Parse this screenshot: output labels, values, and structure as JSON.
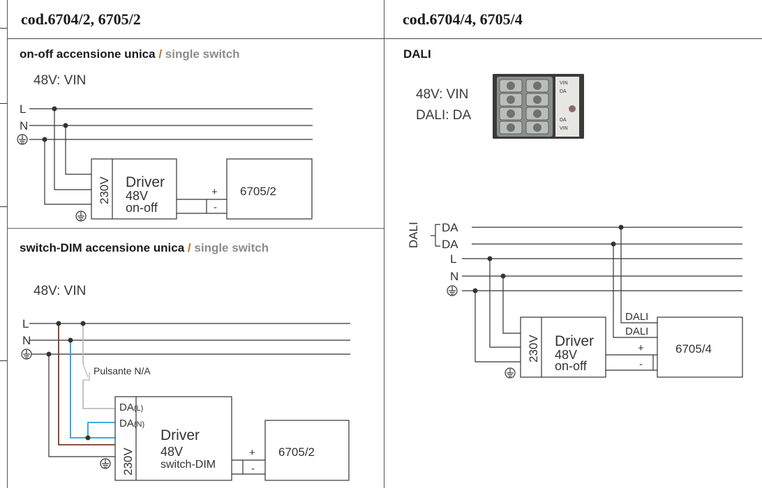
{
  "headers": {
    "left": "cod.6704/2, 6705/2",
    "right": "cod.6704/4, 6705/4"
  },
  "section1": {
    "title_it": "on-off accensione unica",
    "slash": "/",
    "title_en": "single switch",
    "voltage_label": "48V: VIN",
    "line_labels": [
      "L",
      "N"
    ],
    "driver": {
      "voltage": "230V",
      "name": "Driver",
      "output": "48V",
      "mode": "on-off"
    },
    "polarity": [
      "+",
      "-"
    ],
    "lamp": "6705/2"
  },
  "section2": {
    "title_it": "switch-DIM accensione unica",
    "slash": "/",
    "title_en": "single switch",
    "voltage_label": "48V: VIN",
    "line_labels": [
      "L",
      "N"
    ],
    "pushbutton_label": "Pulsante N/A",
    "driver": {
      "voltage": "230V",
      "name": "Driver",
      "output": "48V",
      "mode": "switch-DIM",
      "da_l": "DA",
      "da_l_sub": "(L)",
      "da_n": "DA",
      "da_n_sub": "(N)"
    },
    "polarity": [
      "+",
      "-"
    ],
    "lamp": "6705/2",
    "wire_colors": {
      "live": "#7a3b22",
      "neutral": "#1fa3e0",
      "switched": "#bdbdbd"
    }
  },
  "section3": {
    "title": "DALI",
    "voltage_label": "48V: VIN",
    "dali_label": "DALI: DA",
    "photo_labels": [
      "VIN",
      "DA",
      "DA",
      "VIN"
    ],
    "bus_group_label": "DALI",
    "line_labels": [
      "DA",
      "DA",
      "L",
      "N"
    ],
    "driver": {
      "voltage": "230V",
      "name": "Driver",
      "output": "48V",
      "mode": "on-off"
    },
    "dali_terminals": [
      "DALI",
      "DALI"
    ],
    "polarity": [
      "+",
      "-"
    ],
    "lamp": "6705/4"
  },
  "icons": [
    "earth-ground-icon"
  ]
}
